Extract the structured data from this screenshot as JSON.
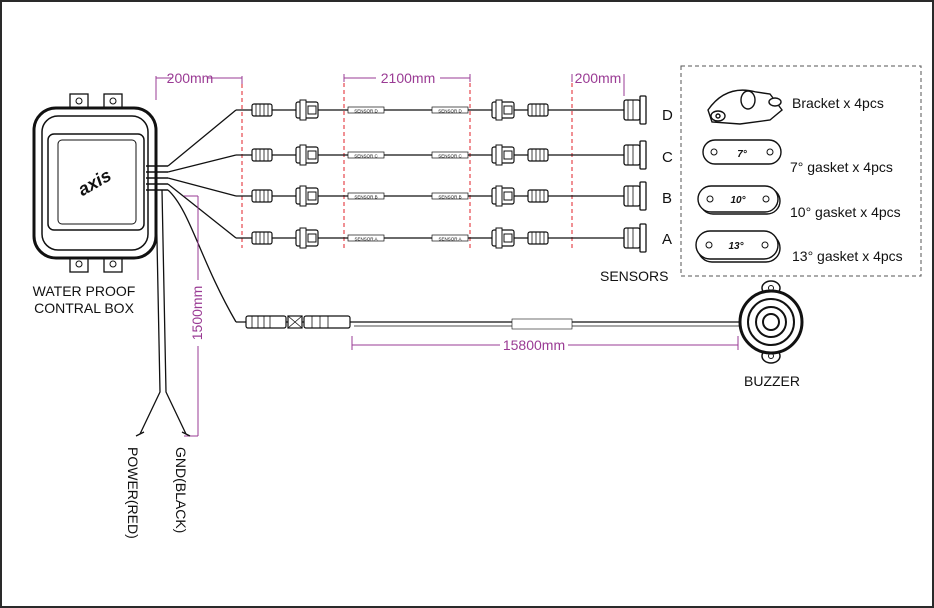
{
  "colors": {
    "dimension": "#9a3b94",
    "guide": "#e0222a",
    "ink": "#111111",
    "frame": "#2a2a2a"
  },
  "control_box": {
    "label_line1": "WATER PROOF",
    "label_line2": "CONTRAL BOX",
    "logo": "axis"
  },
  "dimensions": {
    "left_lead": "200mm",
    "sensor_cable": "2100mm",
    "right_lead": "200mm",
    "power_lead": "1500mm",
    "buzzer_cable": "15800mm"
  },
  "sensors": {
    "title": "SENSORS",
    "channels": [
      "D",
      "C",
      "B",
      "A"
    ],
    "tags": [
      "SENSOR D",
      "SENSOR C",
      "SENSOR B",
      "SENSOR A"
    ]
  },
  "accessories": {
    "bracket": "Bracket x 4pcs",
    "gasket7": "7° gasket x 4pcs",
    "gasket10": "10° gasket x 4pcs",
    "gasket13": "13° gasket x 4pcs",
    "gasket7_mark": "7°",
    "gasket10_mark": "10°",
    "gasket13_mark": "13°"
  },
  "buzzer": {
    "label": "BUZZER"
  },
  "power": {
    "positive": "POWER(RED)",
    "ground": "GND(BLACK)"
  }
}
